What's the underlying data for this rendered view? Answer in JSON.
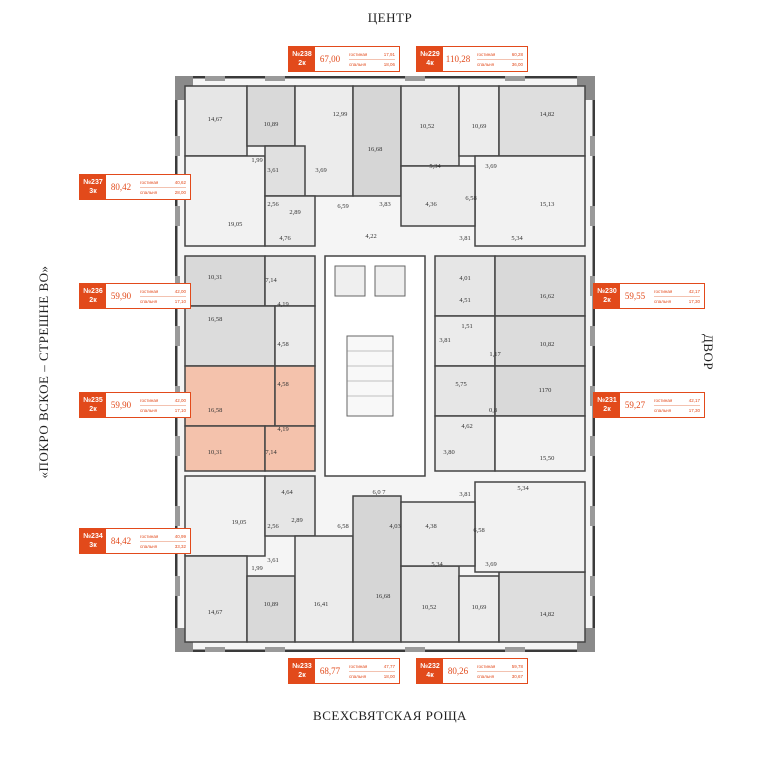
{
  "sides": {
    "top": "ЦЕНТР",
    "bottom": "ВСЕХСВЯТСКАЯ РОЩА",
    "left": "«ПОКРО ВСКОЕ – СТРЕШНЕ ВО»",
    "right": "ДВОР"
  },
  "apartments": [
    {
      "id": "238",
      "code": "№238",
      "rooms": "2к",
      "area": "67,00",
      "sub": [
        {
          "k": "гостиная",
          "v": "17,91"
        },
        {
          "k": "спальня",
          "v": "18,06"
        }
      ]
    },
    {
      "id": "229",
      "code": "№229",
      "rooms": "4к",
      "area": "110,28",
      "sub": [
        {
          "k": "гостиная",
          "v": "60,28"
        },
        {
          "k": "спальня",
          "v": "36,00"
        }
      ]
    },
    {
      "id": "237",
      "code": "№237",
      "rooms": "3к",
      "area": "80,42",
      "sub": [
        {
          "k": "гостиная",
          "v": "40,62"
        },
        {
          "k": "спальня",
          "v": "28,00"
        }
      ]
    },
    {
      "id": "236",
      "code": "№236",
      "rooms": "2к",
      "area": "59,90",
      "sub": [
        {
          "k": "гостиная",
          "v": "42,00"
        },
        {
          "k": "спальня",
          "v": "17,10"
        }
      ]
    },
    {
      "id": "230",
      "code": "№230",
      "rooms": "2к",
      "area": "59,55",
      "sub": [
        {
          "k": "гостиная",
          "v": "42,17"
        },
        {
          "k": "спальня",
          "v": "17,30"
        }
      ]
    },
    {
      "id": "235",
      "code": "№235",
      "rooms": "2к",
      "area": "59,90",
      "sub": [
        {
          "k": "гостиная",
          "v": "42,00"
        },
        {
          "k": "спальня",
          "v": "17,10"
        }
      ]
    },
    {
      "id": "231",
      "code": "№231",
      "rooms": "2к",
      "area": "59,27",
      "sub": [
        {
          "k": "гостиная",
          "v": "42,17"
        },
        {
          "k": "спальня",
          "v": "17,30"
        }
      ]
    },
    {
      "id": "234",
      "code": "№234",
      "rooms": "3к",
      "area": "84,42",
      "sub": [
        {
          "k": "гостиная",
          "v": "40,99"
        },
        {
          "k": "спальня",
          "v": "33,32"
        }
      ]
    },
    {
      "id": "233",
      "code": "№233",
      "rooms": "2к",
      "area": "68,77",
      "sub": [
        {
          "k": "гостиная",
          "v": "47,77"
        },
        {
          "k": "спальня",
          "v": "18,00"
        }
      ]
    },
    {
      "id": "232",
      "code": "№232",
      "rooms": "4к",
      "area": "80,26",
      "sub": [
        {
          "k": "гостиная",
          "v": "59,78"
        },
        {
          "k": "спальня",
          "v": "30,67"
        }
      ]
    }
  ],
  "rooms": [
    "14,67",
    "10,89",
    "12,99",
    "16,68",
    "10,52",
    "10,69",
    "14,82",
    "1,99",
    "3,61",
    "3,69",
    "5,34",
    "3,69",
    "2,56",
    "2,89",
    "6,59",
    "3,83",
    "4,36",
    "6,58",
    "15,13",
    "19,05",
    "4,76",
    "4,22",
    "3,81",
    "5,34",
    "10,31",
    "7,14",
    "4,01",
    "16,62",
    "4,19",
    "4,51",
    "16,58",
    "4,58",
    "1,51",
    "3,81",
    "1,17",
    "10,82",
    "4,58",
    "5,75",
    "1170",
    "16,58",
    "4,19",
    "0,8",
    "4,62",
    "10,31",
    "7,14",
    "3,80",
    "15,50",
    "4,64",
    "6,0 7",
    "3,81",
    "5,34",
    "2,89",
    "4,03",
    "4,38",
    "6,58",
    "19,05",
    "6,58",
    "2,56",
    "5,34",
    "3,69",
    "1,99",
    "3,61",
    "16,68",
    "14,67",
    "10,89",
    "16,41",
    "10,52",
    "10,69",
    "14,82"
  ],
  "colors": {
    "accent": "#e24a1b",
    "highlight": "#f4c2ac",
    "room_grey": "#d9d9d9",
    "room_light": "#f0f0f0",
    "wall": "#3a3a3a"
  }
}
